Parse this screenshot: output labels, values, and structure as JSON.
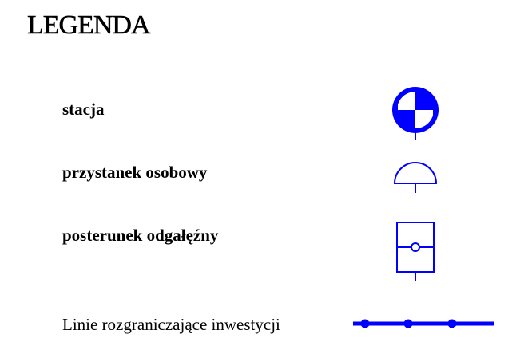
{
  "legend": {
    "title": "LEGENDA",
    "items": [
      {
        "label": "stacja",
        "symbol": "station-symbol"
      },
      {
        "label": "przystanek osobowy",
        "symbol": "passenger-stop-symbol"
      },
      {
        "label": "posterunek odgałęźny",
        "symbol": "junction-post-symbol"
      },
      {
        "label": "Linie rozgraniczające inwestycji",
        "symbol": "boundary-line-symbol"
      }
    ]
  },
  "colors": {
    "symbol": "#0000ff",
    "text": "#000000",
    "background": "#ffffff"
  }
}
